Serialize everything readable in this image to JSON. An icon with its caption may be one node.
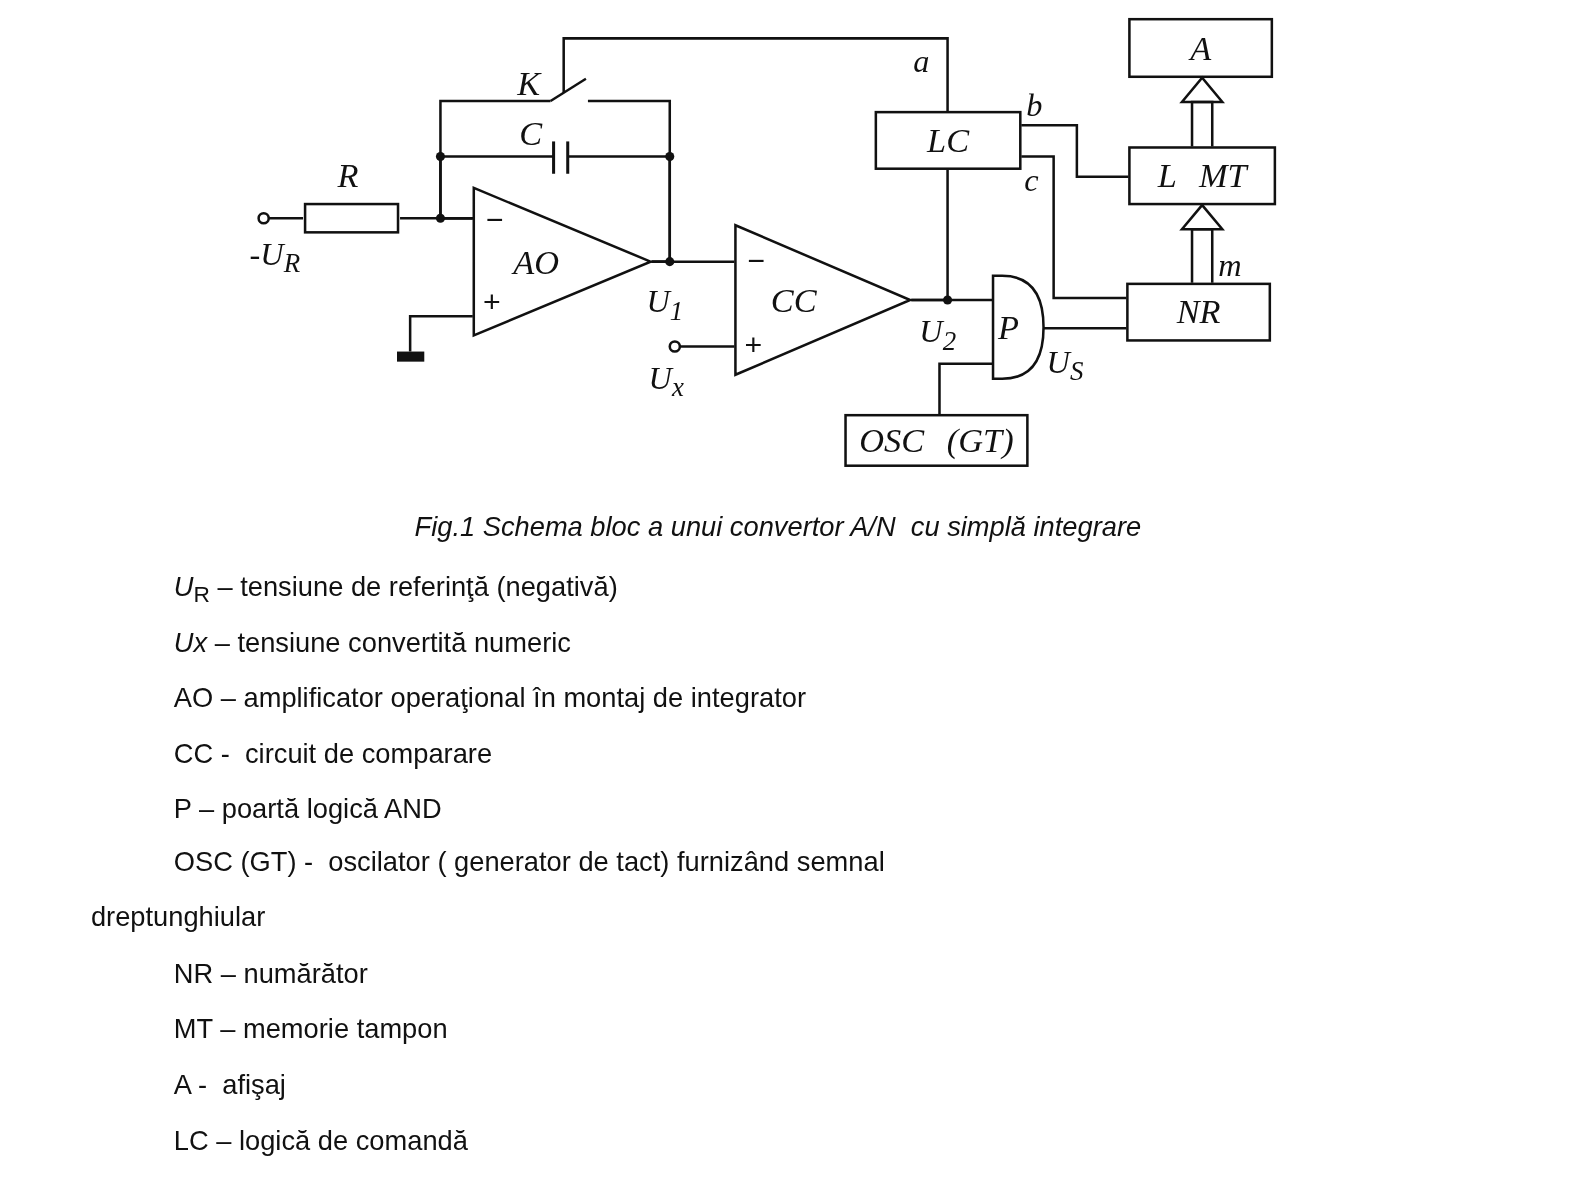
{
  "diagram": {
    "caption": "Fig.1 Schema bloc a unui convertor A/N  cu simplă integrare",
    "nodes": [
      {
        "text": [
          "-U$_{R}$"
        ]
      },
      {
        "text": [
          "R"
        ]
      },
      {
        "text": [
          "K"
        ]
      },
      {
        "text": [
          "C"
        ]
      },
      {
        "text": [
          "AO"
        ]
      },
      {
        "text": [],
        "shape": "ground"
      },
      {
        "text": [
          "CC"
        ]
      },
      {
        "text": [
          "U$_{x}$"
        ]
      },
      {
        "text": [
          "LC"
        ]
      },
      {
        "text": [
          "A"
        ]
      },
      {
        "text": [
          "L MT"
        ]
      },
      {
        "text": [
          "NR"
        ]
      },
      {
        "text": [
          "P"
        ]
      },
      {
        "text": [
          "OSC (GT)"
        ]
      }
    ],
    "edges": [
      {
        "from": 0,
        "to": 1,
        "arrow": "none"
      },
      {
        "from": 1,
        "to": 4,
        "arrow": "none"
      },
      {
        "from": 3,
        "to": 4,
        "arrow": "none"
      },
      {
        "from": 3,
        "to": 4,
        "arrow": "none"
      },
      {
        "from": 2,
        "to": 4,
        "arrow": "none"
      },
      {
        "from": 2,
        "to": 4,
        "arrow": "none"
      },
      {
        "from": 5,
        "to": 4,
        "arrow": "none"
      },
      {
        "from": 4,
        "to": 6,
        "arrow": "none",
        "label": "U$_{1}$"
      },
      {
        "from": 7,
        "to": 6,
        "arrow": "none"
      },
      {
        "from": 6,
        "to": 12,
        "arrow": "none",
        "label": "U$_{2}$"
      },
      {
        "from": 8,
        "to": 6,
        "arrow": "none"
      },
      {
        "from": 2,
        "to": 8,
        "arrow": "none",
        "label": "a"
      },
      {
        "from": 8,
        "to": 10,
        "arrow": "none",
        "label": "b"
      },
      {
        "from": 8,
        "to": 11,
        "arrow": "none",
        "label": "c"
      },
      {
        "from": 13,
        "to": 12,
        "arrow": "none"
      },
      {
        "from": 12,
        "to": 11,
        "arrow": "none",
        "label": "U$_{S}$"
      },
      {
        "from": 11,
        "to": 10,
        "arrow": "to",
        "label": "m"
      },
      {
        "from": 10,
        "to": 9,
        "arrow": "to"
      }
    ],
    "labels": [
      "−",
      "+",
      "−",
      "+",
      "*U*$_{R}$ – tensiune de referinţă (negativă)",
      "*Ux* – tensiune convertită numeric",
      "AO – amplificator operaţional în montaj de integrator",
      "CC -  circuit de comparare",
      "P – poartă logică AND",
      "OSC (GT) -  oscilator ( generator de tact) furnizând semnal dreptunghiular",
      "NR – numărător",
      "MT – memorie tampon",
      "A -  afişaj",
      "LC – logică de comandă"
    ]
  }
}
